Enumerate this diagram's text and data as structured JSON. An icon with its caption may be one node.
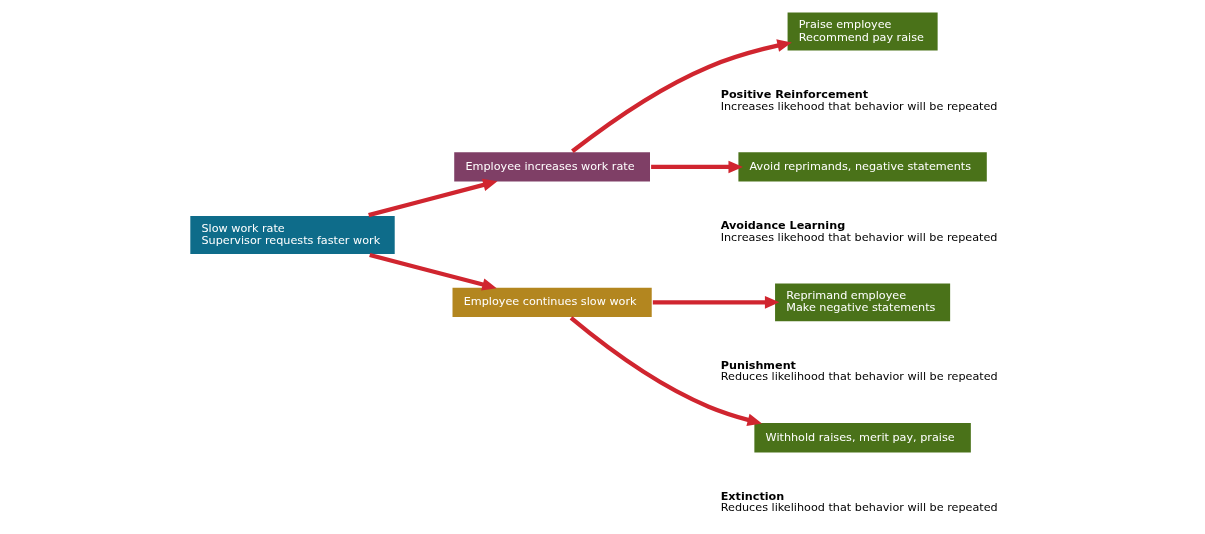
{
  "diagram": {
    "nodes": [
      {
        "text": [
          "Slow work rate",
          "Supervisor requests faster work"
        ]
      },
      {
        "text": [
          "Employee increases work rate"
        ]
      },
      {
        "text": [
          "Employee continues slow work"
        ]
      },
      {
        "text": [
          "Praise employee",
          "Recommend pay raise"
        ],
        "beside": [
          "Positive Reinforcement",
          "Increases likehood that behavior will be repeated"
        ]
      },
      {
        "text": [
          "Avoid reprimands, negative statements"
        ],
        "beside": [
          "Avoidance Learning",
          "Increases likehood that behavior will be repeated"
        ]
      },
      {
        "text": [
          "Reprimand employee",
          "Make negative statements"
        ],
        "beside": [
          "Punishment",
          "Reduces likelihood that behavior will be repeated"
        ]
      },
      {
        "text": [
          "Withhold raises, merit pay, praise"
        ],
        "beside": [
          "Extinction",
          "Reduces likelihood that behavior will be repeated"
        ]
      }
    ],
    "edges": [
      {
        "from": 0,
        "to": 1,
        "arrow": "to"
      },
      {
        "from": 0,
        "to": 2,
        "arrow": "to"
      },
      {
        "from": 1,
        "to": 3,
        "arrow": "to"
      },
      {
        "from": 1,
        "to": 4,
        "arrow": "to"
      },
      {
        "from": 2,
        "to": 5,
        "arrow": "to"
      },
      {
        "from": 2,
        "to": 6,
        "arrow": "to"
      }
    ]
  }
}
